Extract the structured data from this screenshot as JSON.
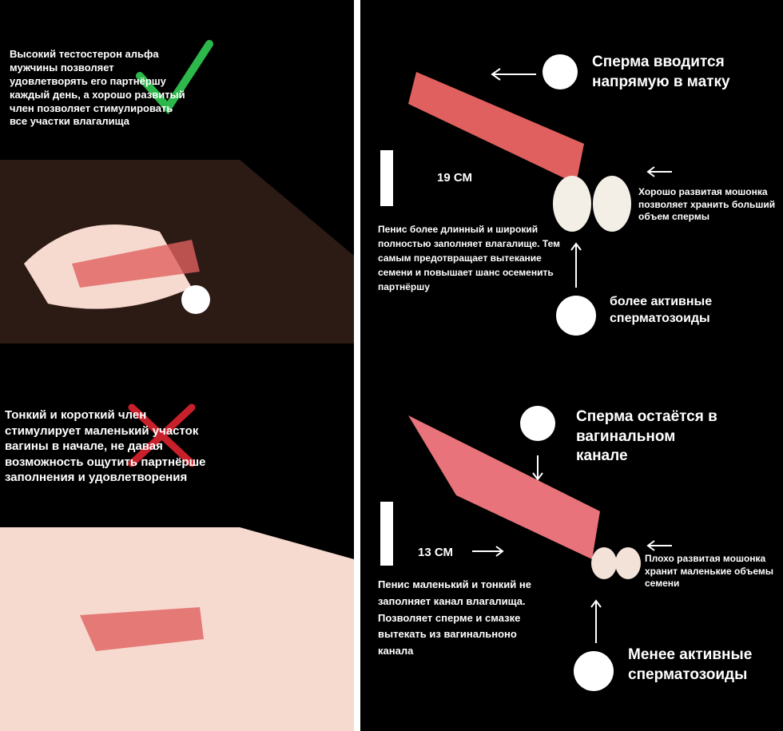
{
  "left": {
    "top_text": "Высокий тестостерон альфа мужчины позволяет удовлетворять его партнёршу каждый день, а хорошо развитый член позволяет  стимулировать все участки влагалища",
    "bottom_text": "Тонкий и короткий член стимулирует маленький участок вагины в начале, не давая возможность ощутить партнёрше заполнения и удовлетворения",
    "check_color": "#2db84b",
    "cross_color": "#c8202a"
  },
  "right": {
    "top": {
      "sperm_label": "Сперма вводится напрямую в матку",
      "length_label": "19 СМ",
      "scrotum_label": "Хорошо развитая мошонка позволяет хранить больший объем спермы",
      "description": "Пенис более длинный и широкий полностью заполняет влагалище. Тем самым предотвращает вытекание семени и повышает шанс осеменить партнёршу",
      "activity_label": "более активные сперматозоиды"
    },
    "bottom": {
      "sperm_label": "Сперма остаётся в вагинальном канале",
      "length_label": "13 СМ",
      "scrotum_label": "Плохо развитая мошонка хранит маленькие объемы семени",
      "description": "Пенис маленький и тонкий не заполняет канал влагалища. Позволяет сперме и смазке вытекать из вагинальноно канала",
      "activity_label": "Менее активные сперматозоиды"
    }
  },
  "colors": {
    "accent_red": "#e0605f",
    "skin": "#f6d9cf",
    "dark_skin": "#2c1a14"
  }
}
